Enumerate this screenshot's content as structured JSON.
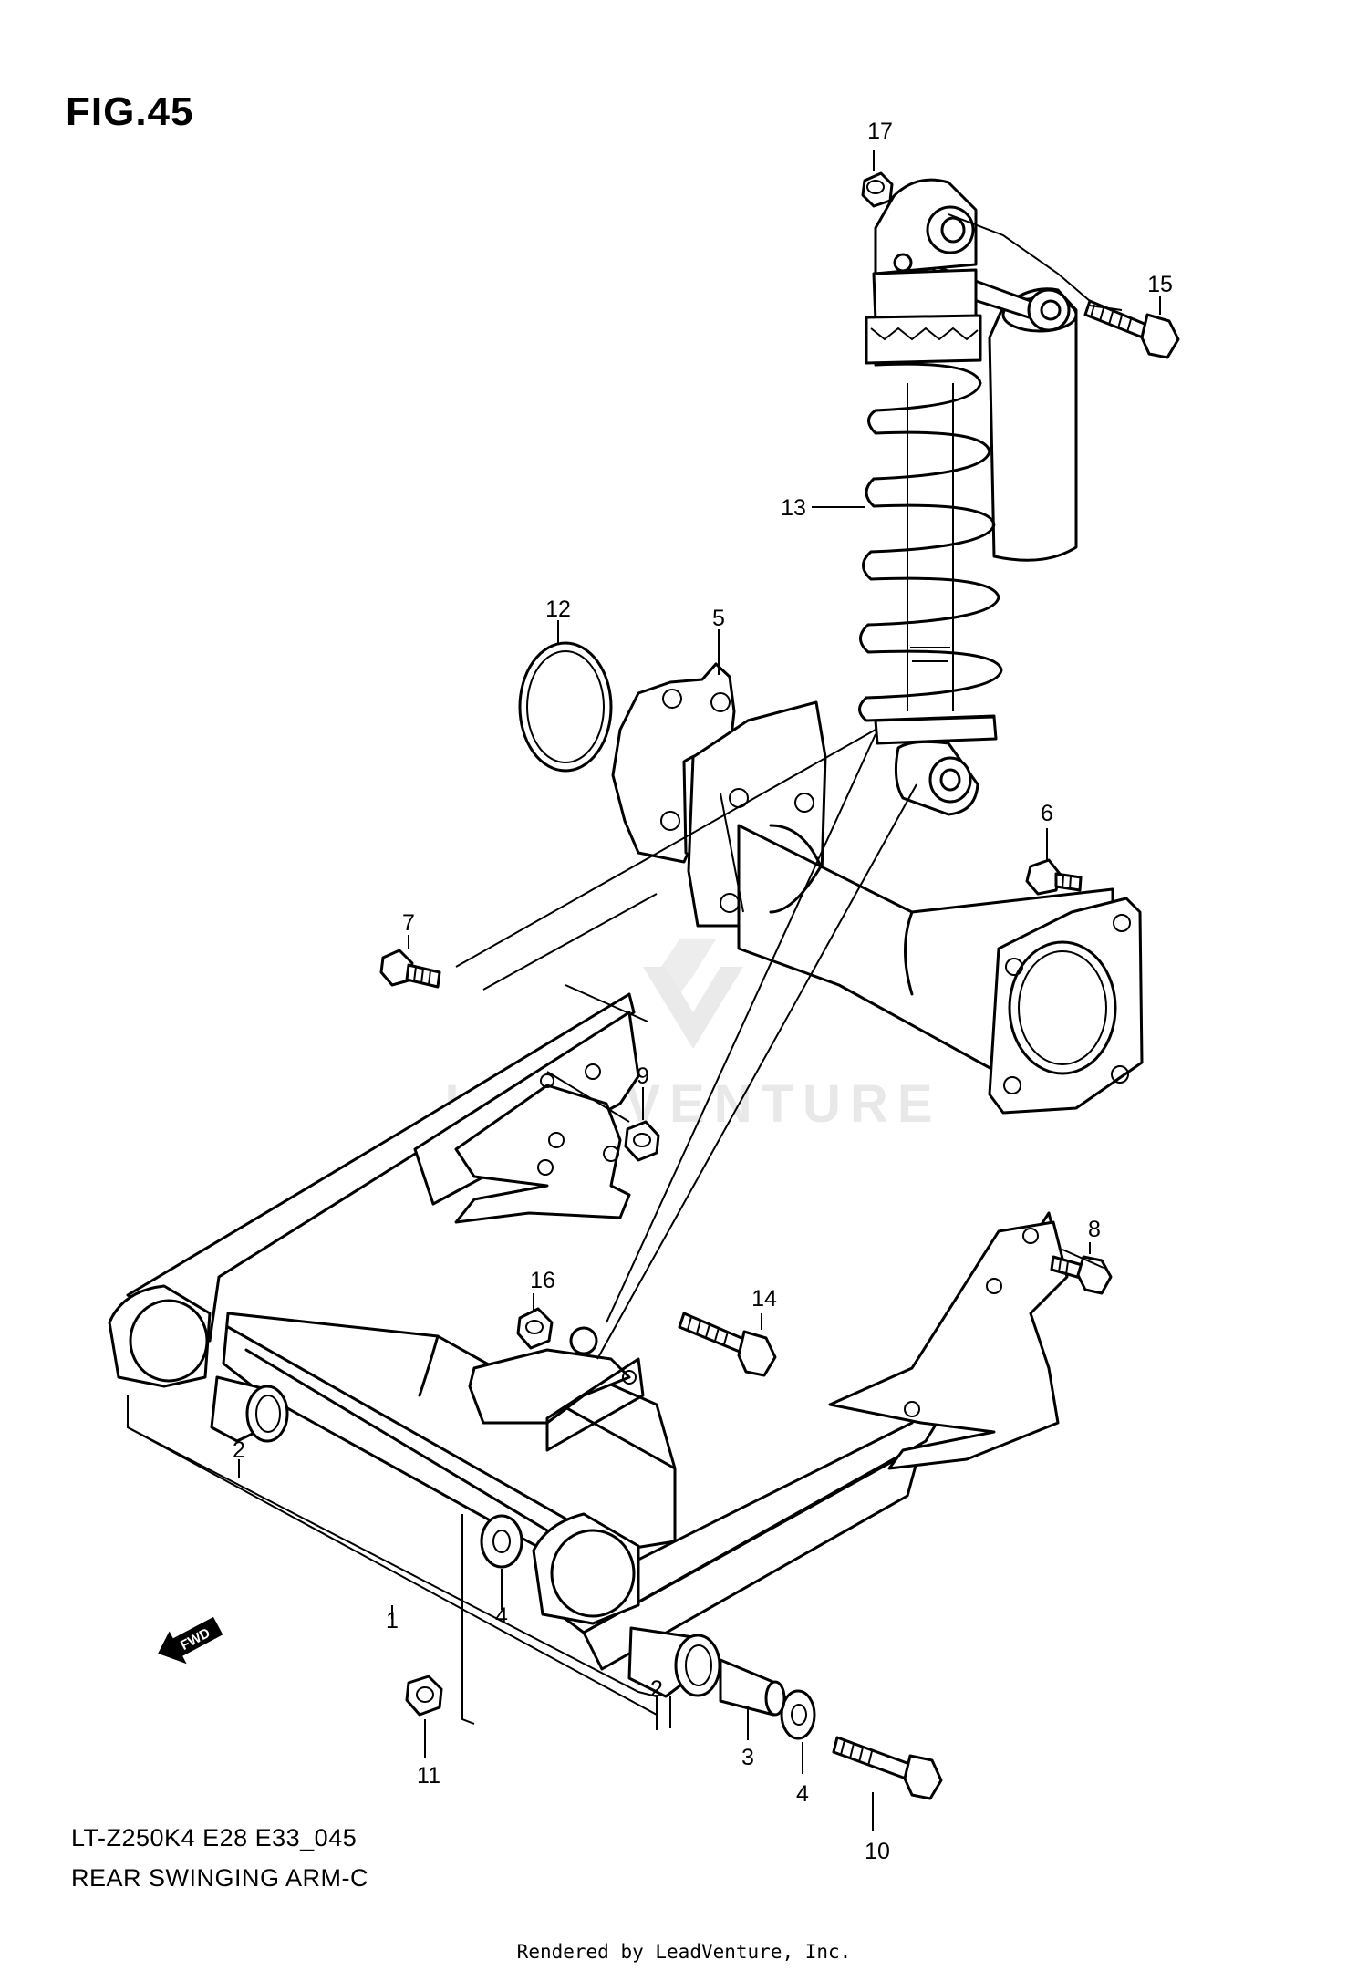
{
  "figure": {
    "title": "FIG.45"
  },
  "watermark": {
    "text": "LEADVENTURE"
  },
  "forward_arrow": {
    "label": "FWD"
  },
  "footer": {
    "model_code": "LT-Z250K4 E28 E33_045",
    "diagram_name": "REAR SWINGING ARM-C",
    "credit": "Rendered by LeadVenture, Inc."
  },
  "callouts": [
    "1",
    "2",
    "2",
    "3",
    "4",
    "4",
    "5",
    "6",
    "7",
    "8",
    "9",
    "10",
    "11",
    "12",
    "13",
    "14",
    "15",
    "16",
    "17"
  ]
}
